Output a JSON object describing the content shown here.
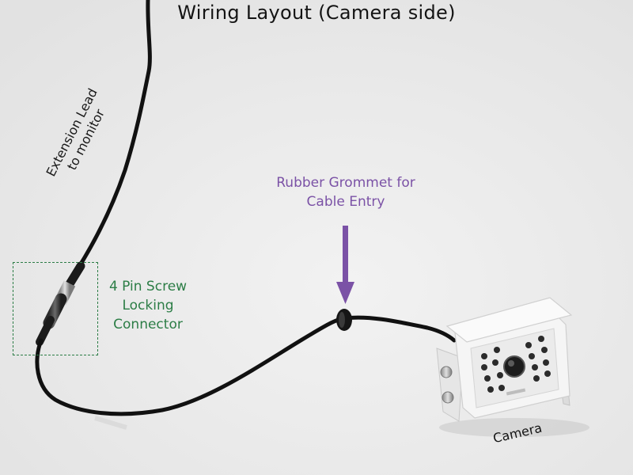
{
  "title": "Wiring Layout (Camera side)",
  "labels": {
    "extension_lead": [
      "Extension Lead",
      "to monitor"
    ],
    "grommet": [
      "Rubber Grommet for",
      "Cable Entry"
    ],
    "connector": [
      "4 Pin Screw",
      "Locking",
      "Connector"
    ],
    "camera": "Camera"
  },
  "colors": {
    "background": "#ececec",
    "cable": "#111111",
    "grommet_arrow": "#7b52a6",
    "connector_highlight": "#2c7d46",
    "camera_housing": "#f4f4f4"
  }
}
